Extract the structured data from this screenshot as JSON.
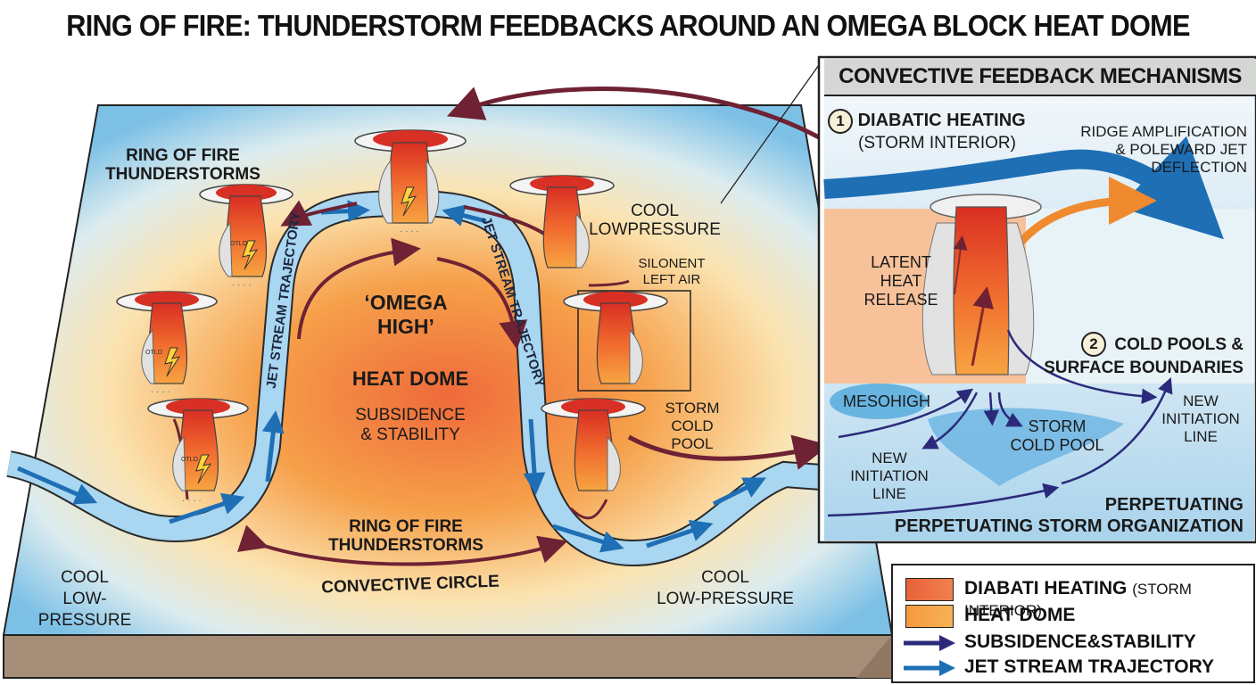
{
  "title": "RING OF FIRE: THUNDERSTORM FEEDBACKS AROUND AN OMEGA BLOCK HEAT DOME",
  "map": {
    "ring_label_top": "RING OF FIRE\nTHUNDERSTORMS",
    "cool_low_right_top": "COOL\nLOWPRESSURE",
    "silonent": "SILONENT\nLEFT AIR",
    "storm_cold_pool": "STORM\nCOLD\nPOOL",
    "omega_high": "‘OMEGA\nHIGH’",
    "heat_dome": "HEAT DOME",
    "subsidence": "SUBSIDENCE\n& STABILITY",
    "jet_left": "JET STREAM TRAJECTORY",
    "jet_right": "JET STREAM TRAJECTORY",
    "ring_label_bottom": "RING OF FIRE\nTHUNDERSTORMS",
    "convective_circle": "CONVECTIVE CIRCLE",
    "cool_low_left": "COOL\nLOW-PRESSURE",
    "cool_low_right_bottom": "COOL\nLOW-PRESSURE",
    "storm_tags": [
      "OTLO",
      "OTLO",
      "OTLO"
    ]
  },
  "panel": {
    "title": "CONVECTIVE FEEDBACK MECHANISMS",
    "step1_num": "1",
    "step1_title": "DIABATIC HEATING",
    "step1_sub": "(STORM INTERIOR)",
    "ridge": "RIDGE AMPLIFICATION\n& POLEWARD JET\nDEFLECTION",
    "latent": "LATENT\nHEAT\nRELEASE",
    "step2_num": "2",
    "step2_title": "COLD POOLS &\nSURFACE BOUNDARIES",
    "mesohigh": "MESOHIGH",
    "new_init_right": "NEW\nINITIATION\nLINE",
    "storm_cold_pool": "STORM\nCOLD POOL",
    "new_init_left": "NEW\nINITIATION\nLINE",
    "perpetuating": "PERPETUATING",
    "perpetuating_org": "PERPETUATING STORM ORGANIZATION"
  },
  "legend": {
    "items": [
      {
        "label": "DIABATI HEATING",
        "sub": "(STORM INTERIOR)",
        "kind": "swatch",
        "color": "#e8623a"
      },
      {
        "label": "HEAT DOME",
        "sub": "",
        "kind": "swatch",
        "color": "#f59a3e"
      },
      {
        "label": "SUBSIDENCE&STABILITY",
        "sub": "",
        "kind": "arrow",
        "color": "#2b2a7a"
      },
      {
        "label": "JET STREAM TRAJECTORY",
        "sub": "",
        "kind": "arrow",
        "color": "#1f6fb5"
      }
    ]
  },
  "colors": {
    "dome_center": "#f07a3c",
    "cool_blue": "#8ec9e8",
    "jet_blue": "#1f6fb5",
    "circulation_maroon": "#6e2233",
    "ground": "#a58d78"
  }
}
